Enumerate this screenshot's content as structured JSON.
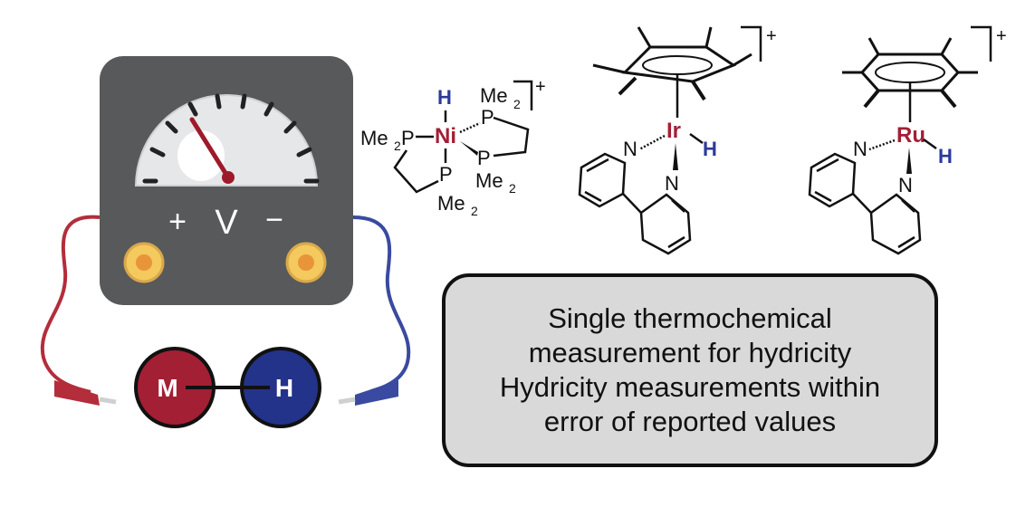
{
  "voltmeter": {
    "plus_label": "+",
    "unit_label": "V",
    "minus_label": "−",
    "case_color": "#58595b",
    "dial_color": "#e6e7e8",
    "needle_color": "#9e1a2a"
  },
  "bond_model": {
    "metal_label": "M",
    "hydride_label": "H",
    "metal_color": "#a31f34",
    "hydride_color": "#23338a"
  },
  "leads": {
    "positive_color": "#b32d3a",
    "negative_color": "#3a4aa0"
  },
  "complexes": {
    "ni": {
      "metal": "Ni",
      "hydride": "H",
      "charge": "+",
      "ligand_p_top": "Me",
      "ligand_p_left": "Me",
      "p": "P",
      "sub2": "2"
    },
    "ir": {
      "metal": "Ir",
      "hydride": "H",
      "n": "N",
      "charge": "+"
    },
    "ru": {
      "metal": "Ru",
      "hydride": "H",
      "n": "N",
      "charge": "+"
    },
    "metal_color": "#a31f34",
    "hydride_color": "#2b3a9a"
  },
  "summary": {
    "line1": "Single thermochemical",
    "line2": "measurement for hydricity",
    "line3": "Hydricity measurements within",
    "line4": "error of reported values"
  }
}
